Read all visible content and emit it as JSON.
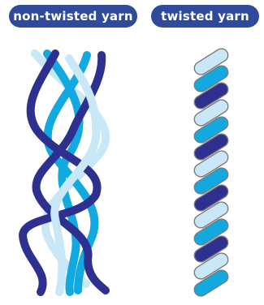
{
  "labels": {
    "non_twisted": "non-twisted yarn",
    "twisted": "twisted yarn"
  },
  "colors": {
    "label_bg": "#2f4a9b",
    "dark": "#2e3090",
    "medium": "#12a8e0",
    "light": "#c9e8f7",
    "segment_outline": "#7a7a7a"
  },
  "twisted_yarn": {
    "segment_color_order": [
      "light",
      "medium",
      "dark"
    ]
  }
}
